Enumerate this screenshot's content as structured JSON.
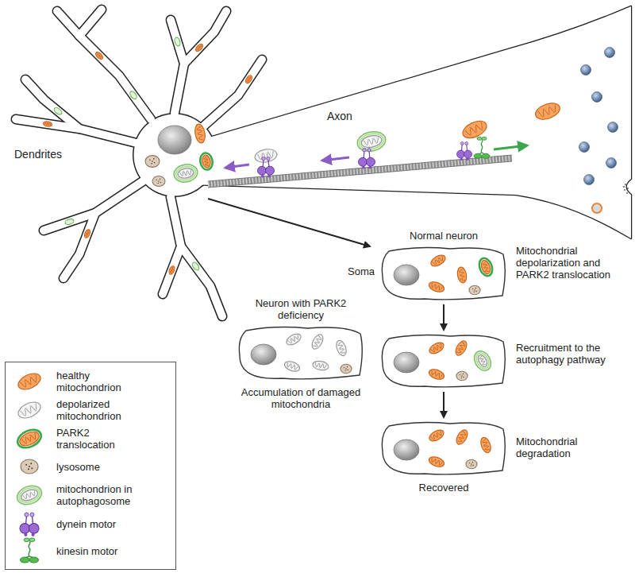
{
  "diagram": {
    "nodes": [
      {
        "text": [
          "Normal neuron",
          "Soma",
          "Mitochondrial depolarization and PARK2 translocation"
        ]
      },
      {
        "text": [
          "Recruitment to the autophagy pathway"
        ]
      },
      {
        "text": [
          "Mitochondrial degradation",
          "Recovered"
        ]
      },
      {
        "text": [
          "Neuron with PARK2 deficiency",
          "Accumulation of damaged mitochondria"
        ]
      }
    ],
    "edges": [
      {
        "from": 0,
        "to": 1,
        "arrow": "to"
      },
      {
        "from": 1,
        "to": 2,
        "arrow": "to"
      }
    ],
    "labels": [
      "Dendrites",
      "Axon"
    ],
    "legend": [
      {
        "text": "healthy mitochondrion"
      },
      {
        "text": "depolarized mitochondrion"
      },
      {
        "text": "PARK2 translocation"
      },
      {
        "text": "lysosome"
      },
      {
        "text": "mitochondrion in autophagosome"
      },
      {
        "text": "dynein motor"
      },
      {
        "text": "kinesin motor"
      }
    ]
  }
}
